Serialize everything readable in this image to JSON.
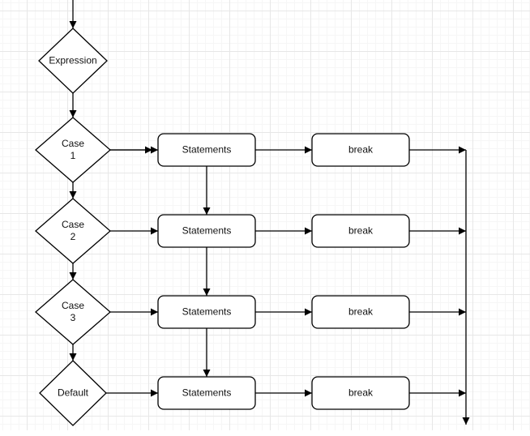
{
  "canvas": {
    "background": "#ffffff",
    "grid_minor_color": "#f6f6f6",
    "grid_major_color": "#e7e7e7",
    "shape_fill": "#ffffff",
    "shape_stroke": "#000000",
    "label_color": "#111111"
  },
  "nodes": {
    "expression": {
      "type": "decision",
      "label": "Expression"
    },
    "case1": {
      "type": "decision",
      "label": "Case\n1"
    },
    "case2": {
      "type": "decision",
      "label": "Case\n2"
    },
    "case3": {
      "type": "decision",
      "label": "Case\n3"
    },
    "default": {
      "type": "decision",
      "label": "Default"
    },
    "statements1": {
      "type": "process",
      "label": "Statements"
    },
    "statements2": {
      "type": "process",
      "label": "Statements"
    },
    "statements3": {
      "type": "process",
      "label": "Statements"
    },
    "statements4": {
      "type": "process",
      "label": "Statements"
    },
    "break1": {
      "type": "process",
      "label": "break"
    },
    "break2": {
      "type": "process",
      "label": "break"
    },
    "break3": {
      "type": "process",
      "label": "break"
    },
    "break4": {
      "type": "process",
      "label": "break"
    }
  }
}
